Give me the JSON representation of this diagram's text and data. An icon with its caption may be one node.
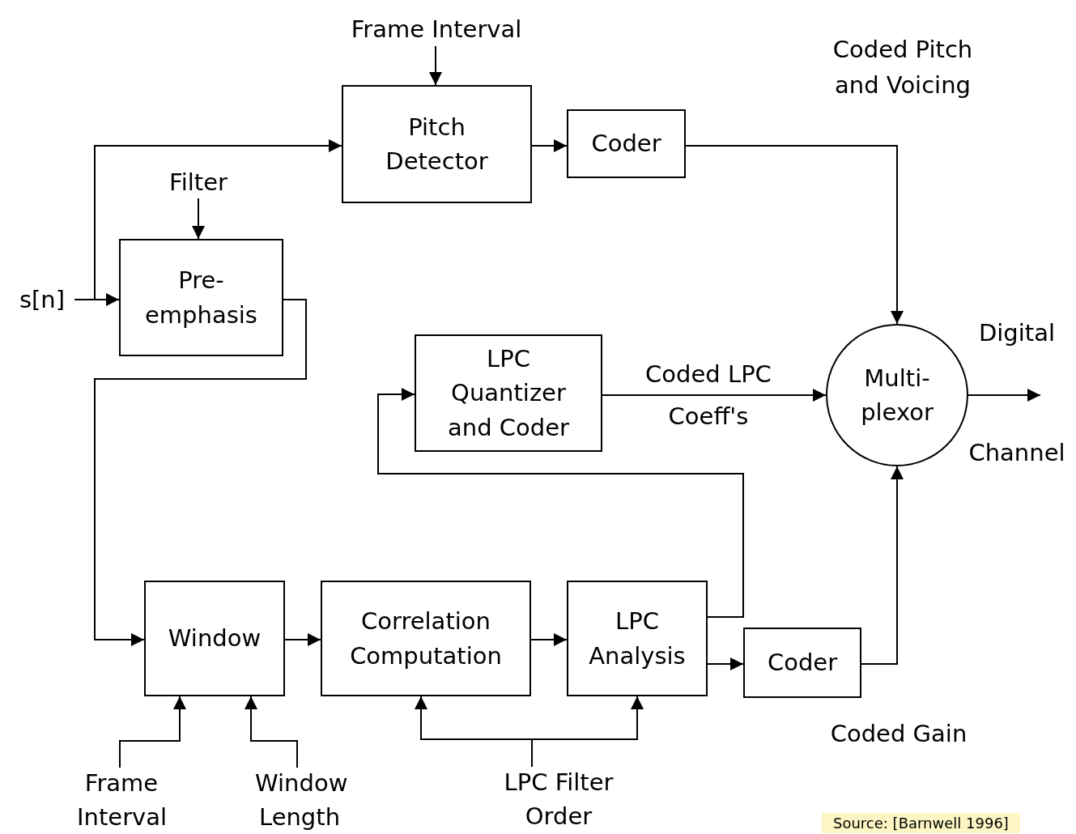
{
  "diagram": {
    "nodes": [
      {
        "text": [
          "Frame Interval"
        ]
      },
      {
        "text": [
          "Pitch Detector"
        ]
      },
      {
        "text": [
          "Coder"
        ]
      },
      {
        "text": [
          "Filter"
        ]
      },
      {
        "text": [
          "s[n]"
        ]
      },
      {
        "text": [
          "Pre- emphasis"
        ]
      },
      {
        "text": [
          "LPC Quantizer and Coder"
        ]
      },
      {
        "text": [
          "Multi- plexor"
        ]
      },
      {
        "text": [
          "Window"
        ]
      },
      {
        "text": [
          "Correlation Computation"
        ]
      },
      {
        "text": [
          "LPC Analysis"
        ]
      },
      {
        "text": [
          "Coder"
        ]
      },
      {
        "text": [
          "Frame Interval"
        ]
      },
      {
        "text": [
          "Window Length"
        ]
      },
      {
        "text": [
          "LPC Filter Order"
        ]
      }
    ],
    "edges": [
      {
        "from": 0,
        "to": 1,
        "arrow": "to"
      },
      {
        "from": 1,
        "to": 2,
        "arrow": "to"
      },
      {
        "from": 2,
        "to": 7,
        "arrow": "to",
        "label": "Coded Pitch and Voicing"
      },
      {
        "from": 3,
        "to": 5,
        "arrow": "to"
      },
      {
        "from": 4,
        "to": 5,
        "arrow": "to"
      },
      {
        "from": 4,
        "to": 1,
        "arrow": "to"
      },
      {
        "from": 5,
        "to": 8,
        "arrow": "to"
      },
      {
        "from": 10,
        "to": 6,
        "arrow": "to"
      },
      {
        "from": 6,
        "to": 7,
        "arrow": "to",
        "label": "Coded LPC Coeff's"
      },
      {
        "from": 7,
        "to": null,
        "arrow": "to",
        "label": "Digital Channel"
      },
      {
        "from": 8,
        "to": 9,
        "arrow": "to"
      },
      {
        "from": 9,
        "to": 10,
        "arrow": "to"
      },
      {
        "from": 10,
        "to": 11,
        "arrow": "to"
      },
      {
        "from": 11,
        "to": 7,
        "arrow": "to",
        "label": "Coded Gain"
      },
      {
        "from": 12,
        "to": 8,
        "arrow": "to"
      },
      {
        "from": 13,
        "to": 8,
        "arrow": "to"
      },
      {
        "from": 14,
        "to": 9,
        "arrow": "to"
      },
      {
        "from": 14,
        "to": 10,
        "arrow": "to"
      }
    ],
    "labels": [
      "Source: [Barnwell 1996]"
    ]
  }
}
